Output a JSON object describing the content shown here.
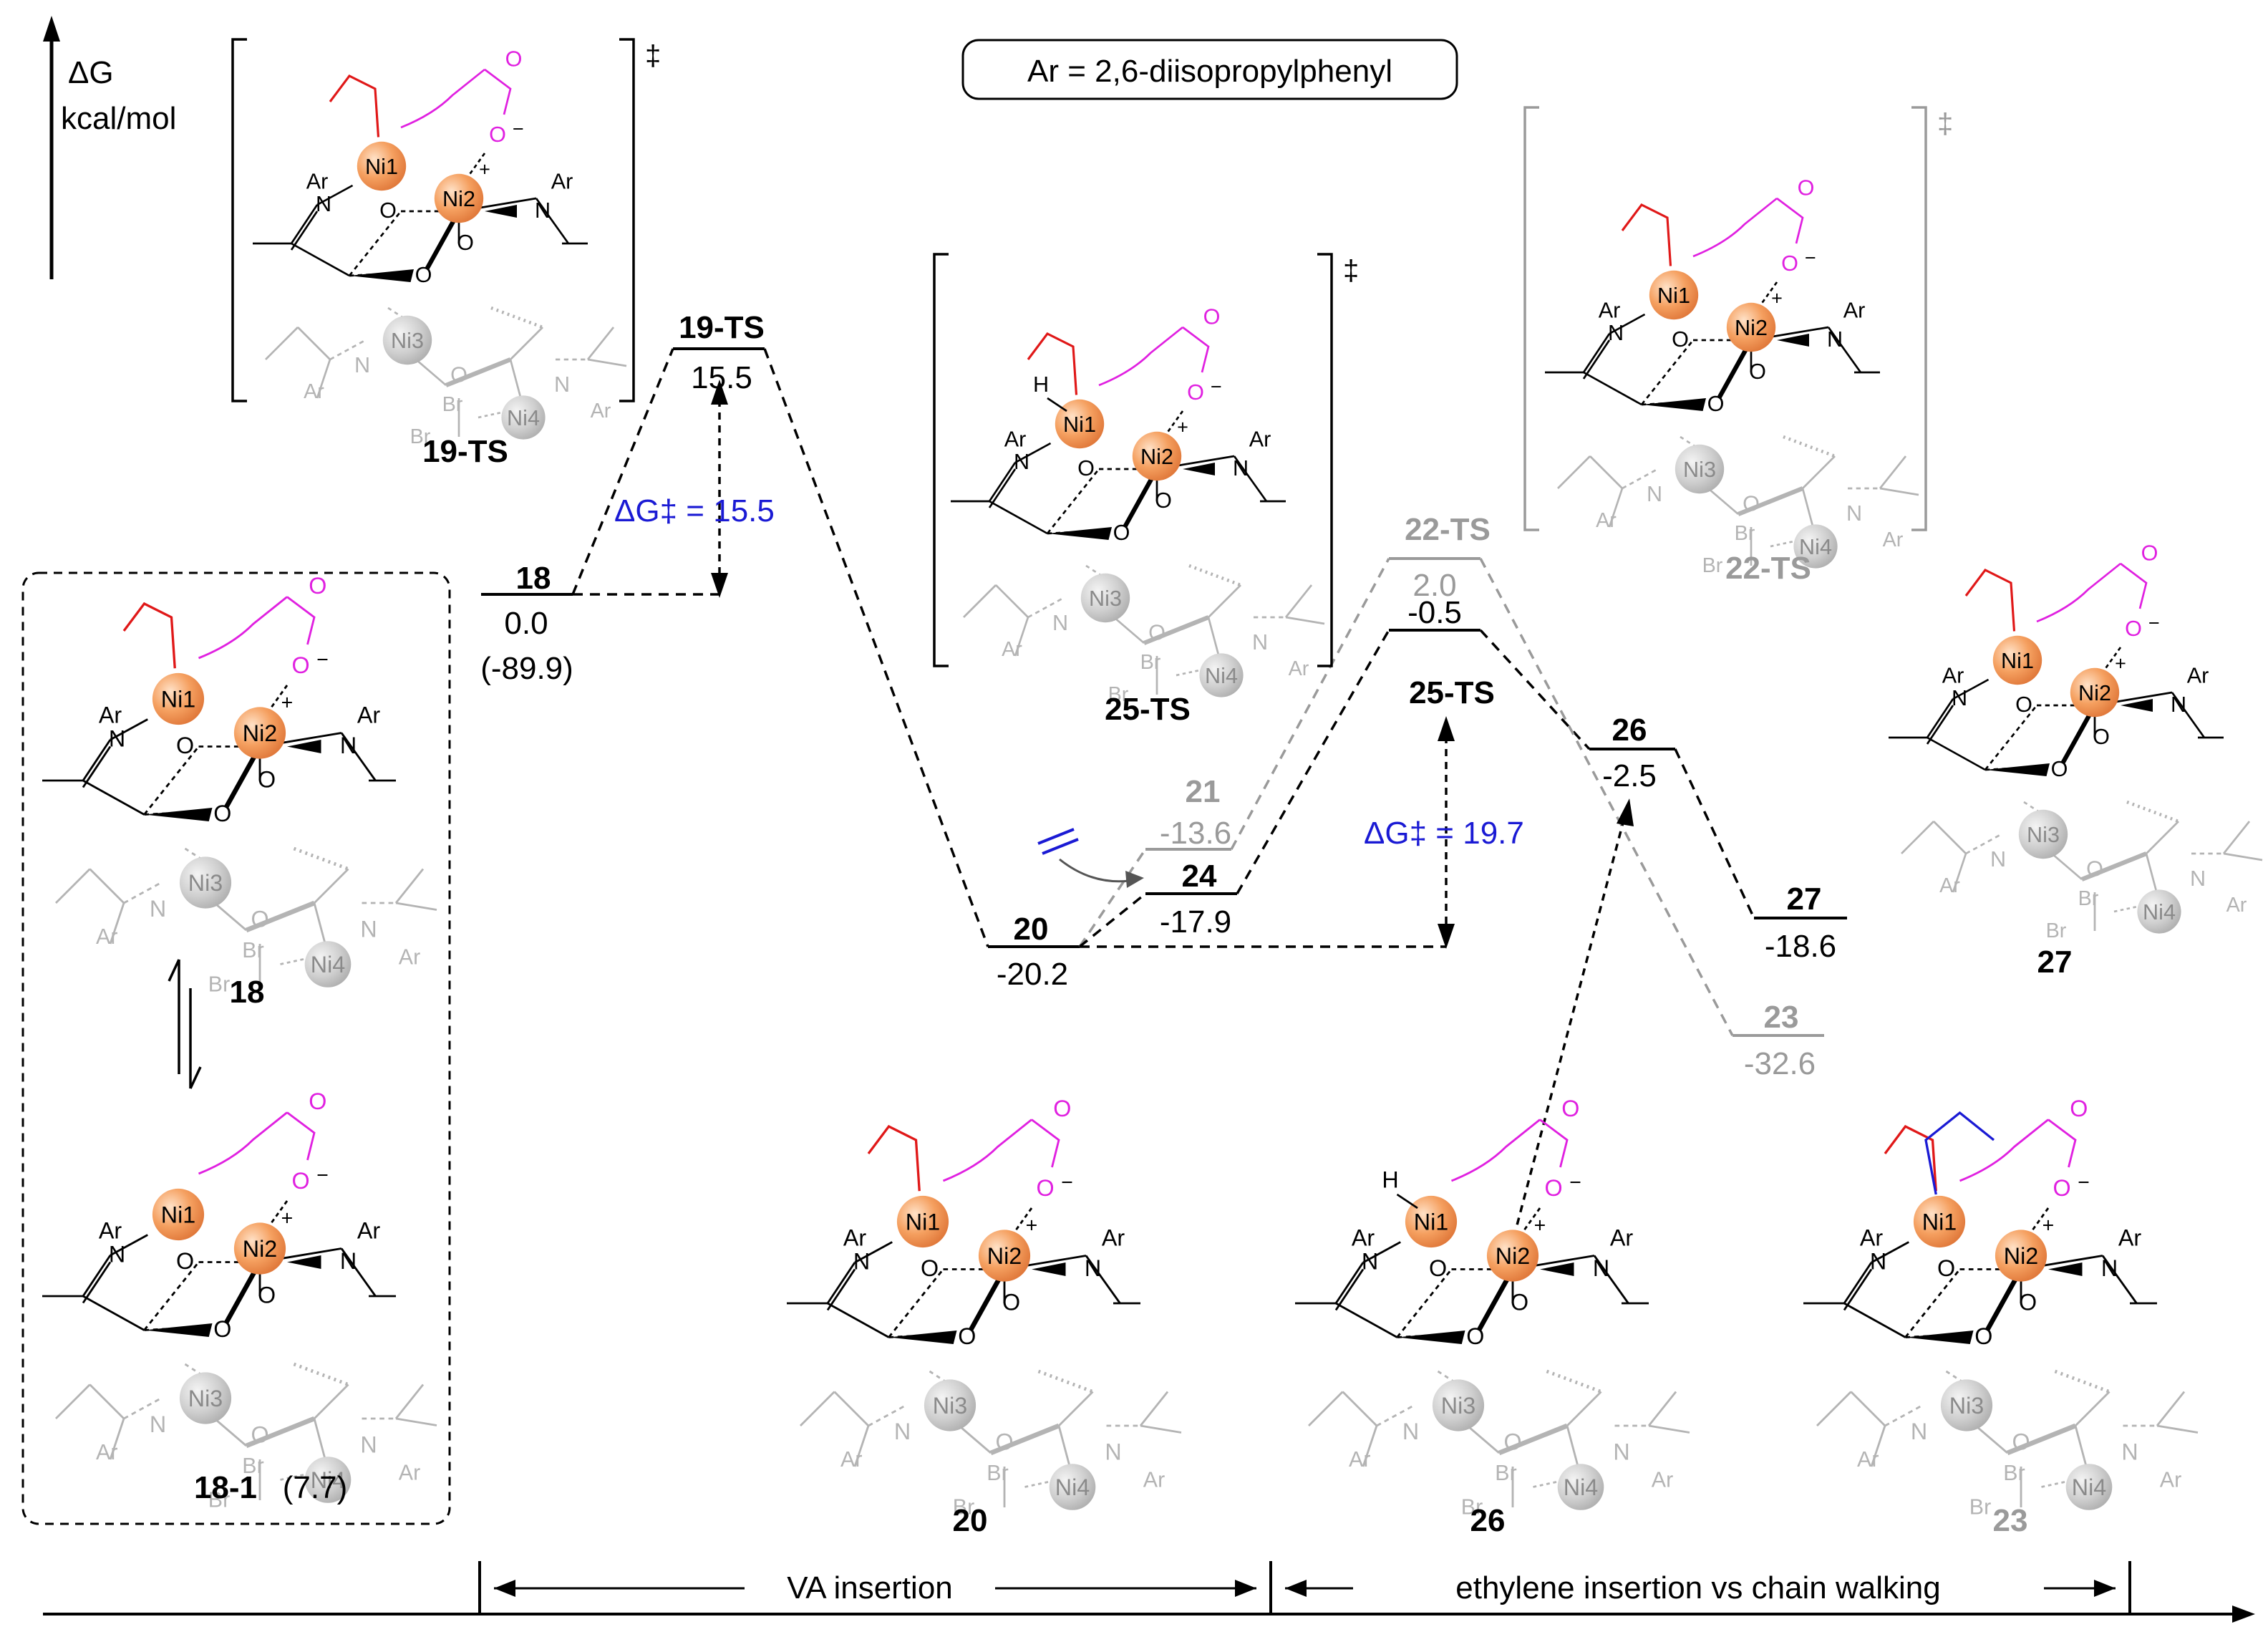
{
  "axis": {
    "delta_g_label": "ΔG",
    "unit_label": "kcal/mol"
  },
  "ar_box": {
    "text": "Ar = 2,6-diisopropylphenyl"
  },
  "atoms": {
    "ni1": "Ni1",
    "ni2": "Ni2",
    "ni3": "Ni3",
    "ni4": "Ni4",
    "ar": "Ar",
    "n": "N",
    "o": "O",
    "br": "Br",
    "h": "H",
    "plus": "+",
    "minus": "−",
    "dagger": "‡"
  },
  "levels": {
    "s18": {
      "label": "18",
      "energy": "0.0",
      "extra": "(-89.9)"
    },
    "s19ts": {
      "label": "19-TS",
      "energy": "15.5"
    },
    "s20": {
      "label": "20",
      "energy": "-20.2"
    },
    "s21": {
      "label": "21",
      "energy": "-13.6"
    },
    "s24": {
      "label": "24",
      "energy": "-17.9"
    },
    "s22ts": {
      "label": "22-TS",
      "energy": "2.0"
    },
    "s25ts": {
      "label": "25-TS",
      "energy": "-0.5"
    },
    "s26": {
      "label": "26",
      "energy": "-2.5"
    },
    "s27": {
      "label": "27",
      "energy": "-18.6"
    },
    "s23": {
      "label": "23",
      "energy": "-32.6"
    }
  },
  "barriers": {
    "b1": "ΔG‡ = 15.5",
    "b2": "ΔG‡ = 19.7"
  },
  "structures": {
    "st19ts": "19-TS",
    "st25ts": "25-TS",
    "st22ts": "22-TS",
    "st18": "18",
    "st181": "18-1",
    "st181_energy": "(7.7)",
    "st20": "20",
    "st26": "26",
    "st23": "23",
    "st27": "27"
  },
  "bottom_axis": {
    "section1": "VA  insertion",
    "section2": "ethylene insertion vs chain walking"
  },
  "colors": {
    "black": "#000000",
    "gray": "#9a9a9a",
    "blue": "#1a1ad4",
    "magenta": "#e020e0",
    "red": "#e01818",
    "orange_ball": "#f29a5c",
    "gray_ball": "#c8c8c8"
  }
}
